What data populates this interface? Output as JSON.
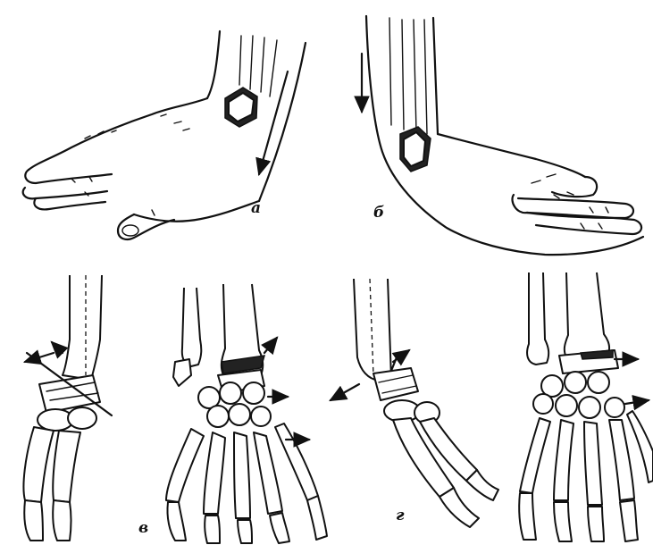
{
  "panels": {
    "a": {
      "label": "а"
    },
    "b": {
      "label": "б"
    },
    "v": {
      "label": "в"
    },
    "g": {
      "label": "г"
    }
  }
}
